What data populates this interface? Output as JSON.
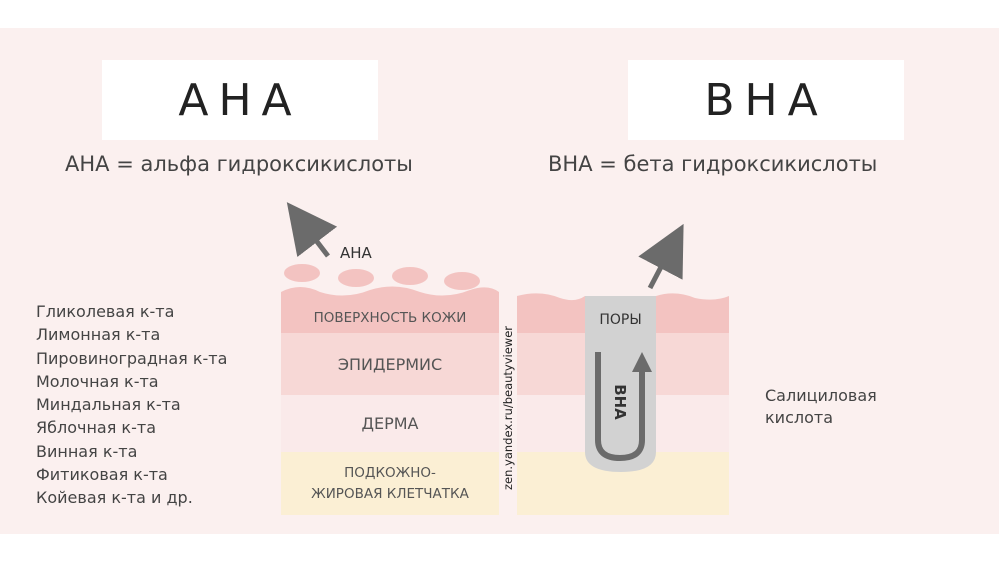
{
  "aha": {
    "title": "АНА",
    "definition": "АНА = альфа гидроксикислоты",
    "arrow_label": "АНА",
    "acids": [
      "Гликолевая к-та",
      "Лимонная к-та",
      "Пировиноградная к-та",
      "Молочная к-та",
      "Миндальная к-та",
      "Яблочная к-та",
      "Винная к-та",
      "Фитиковая к-та",
      "Койевая к-та и др."
    ]
  },
  "bha": {
    "title": "ВНА",
    "definition": "ВНА = бета гидроксикислоты",
    "pore_label": "ПОРЫ",
    "arrow_label": "ВНА",
    "acid_name": "Салициловая кислота"
  },
  "skin_layers": {
    "surface": "ПОВЕРХНОСТЬ КОЖИ",
    "epidermis": "ЭПИДЕРМИС",
    "dermis": "ДЕРМА",
    "subcutaneous_line1": "ПОДКОЖНО-",
    "subcutaneous_line2": "ЖИРОВАЯ КЛЕТЧАТКА"
  },
  "watermark": "zen.yandex.ru/beautyviewer",
  "colors": {
    "background": "#fbf0ef",
    "surface": "#f3c3c1",
    "epidermis": "#f7d8d6",
    "dermis": "#faeaea",
    "subcutaneous": "#fbefd4",
    "pore": "#d2d2d2",
    "arrow": "#6b6b6b"
  }
}
